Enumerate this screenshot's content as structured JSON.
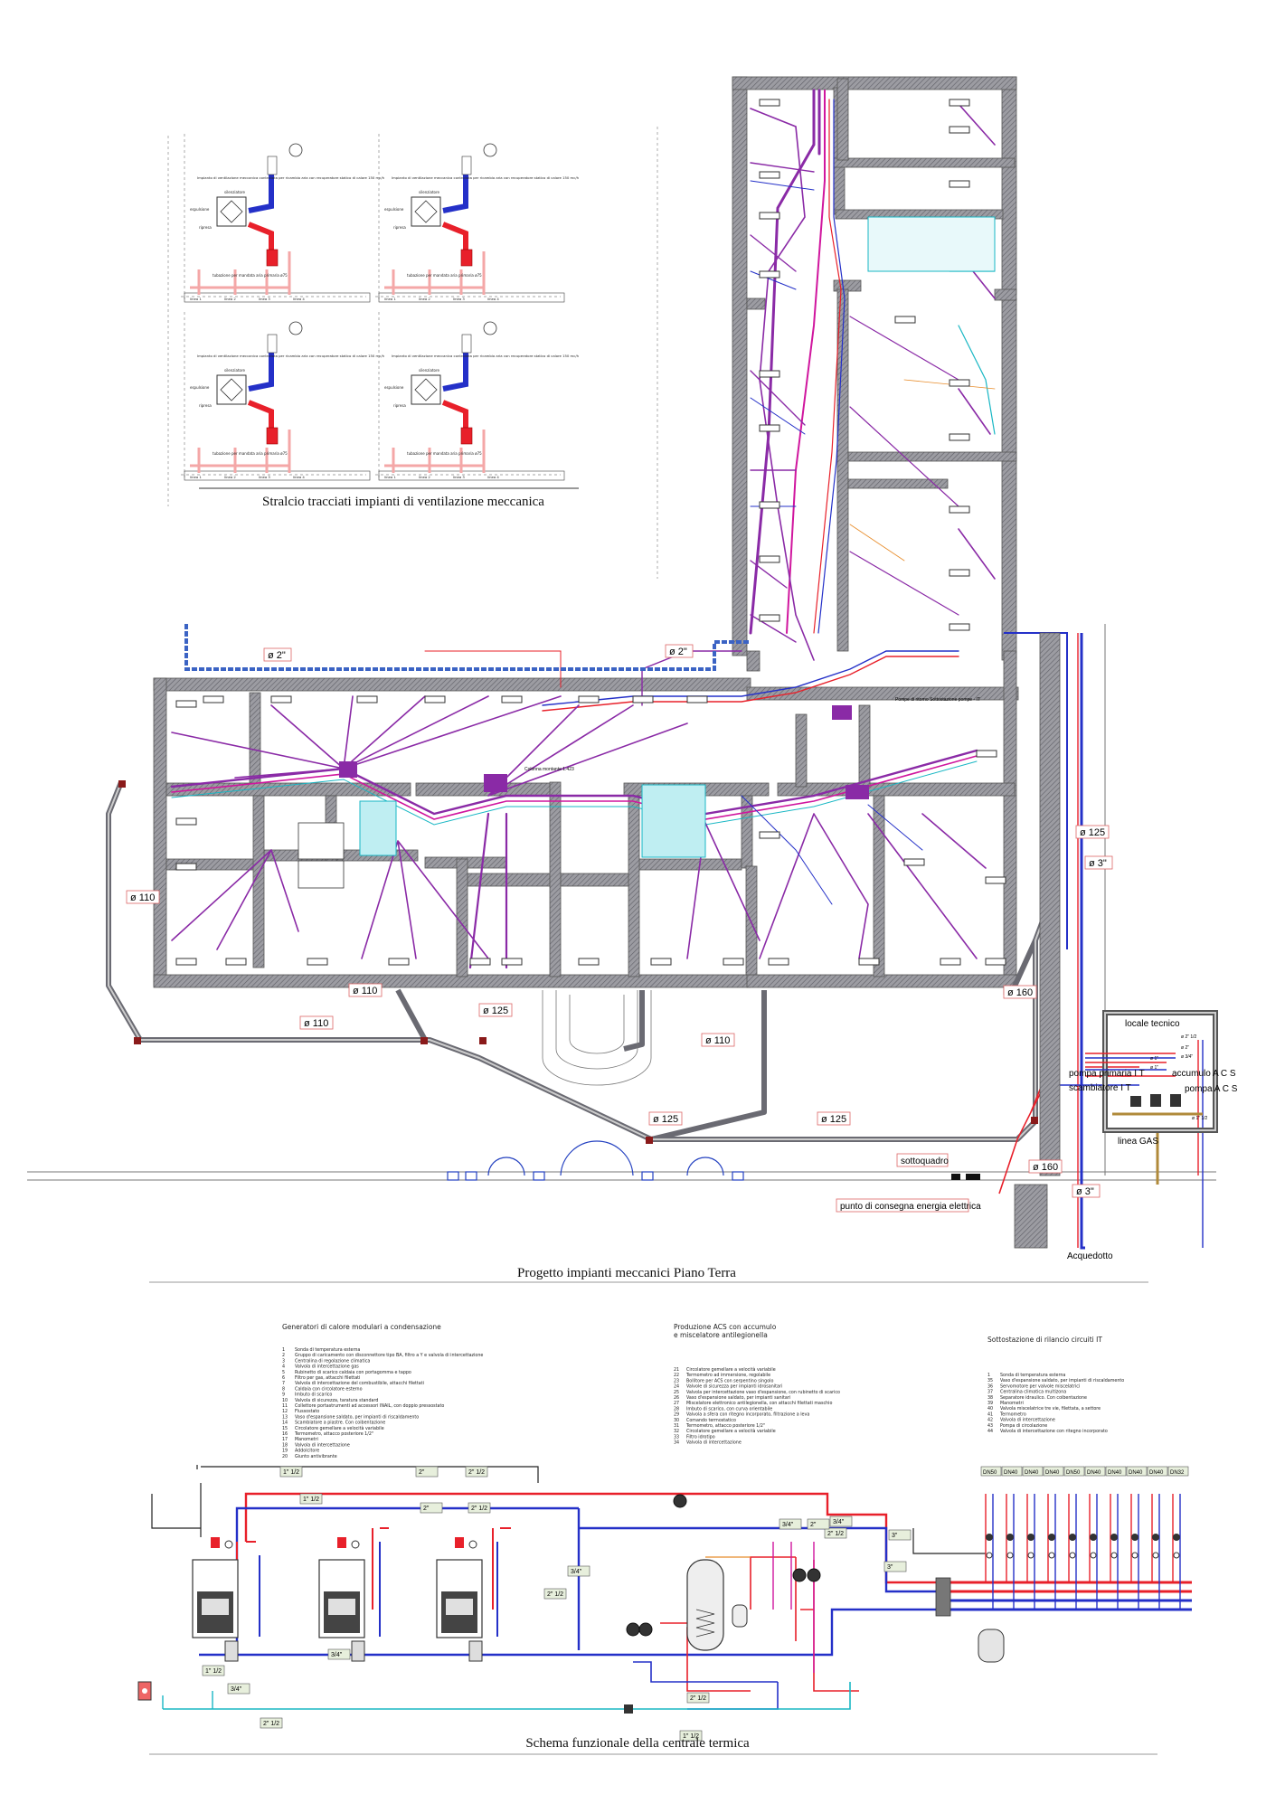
{
  "captions": {
    "vent": "Stralcio tracciati impianti di ventilazione meccanica",
    "plan": "Progetto impianti meccanici Piano Terra",
    "schema": "Schema funzionale della centrale termica"
  },
  "vent_labels": {
    "unit": "Impianto di ventilazione meccanica controllata per ricambio aria con recuperatore statico di calore 150 mc/h",
    "silencer": "silenziatore",
    "inlet": "espulsione",
    "return": "ripresa",
    "supply": "tubazione per mandata aria primaria ø75",
    "lines": [
      "linea 1",
      "linea 2",
      "linea 3",
      "linea 4"
    ]
  },
  "dia_labels": {
    "d2": "ø 2\"",
    "d110": "ø 110",
    "d125": "ø 125",
    "d160": "ø 160",
    "d3": "ø 3\""
  },
  "tech_room": {
    "title": "locale tecnico",
    "pump_primary": "pompa primaria I T",
    "exchanger": "scambiatore I T",
    "storage": "accumulo A C S",
    "pump_acs": "pompa A C S",
    "gas": "linea GAS",
    "pipes": [
      "ø 2\" 1/2",
      "ø 2\"",
      "ø 3/4\"",
      "ø 1\"",
      "ø 1\"",
      "ø 1\" 1/2"
    ]
  },
  "plan_labels": {
    "sottoquadro": "sottoquadro",
    "delivery": "punto di consegna energia elettrica",
    "acquedotto": "Acquedotto",
    "column": "Colonna montante 1.423",
    "pumps": "Pompe di ritorno Sottostazione pompe - IT"
  },
  "legend": {
    "gen_title": "Generatori di calore modulari a condensazione",
    "gen_items": [
      [
        "1",
        "Sonda di temperatura esterna"
      ],
      [
        "2",
        "Gruppo di caricamento con disconnettore tipo BA, filtro a Y e valvola di intercettazione"
      ],
      [
        "3",
        "Centralina di regolazione climatica"
      ],
      [
        "4",
        "Valvola di intercettazione gas"
      ],
      [
        "5",
        "Rubinetto di scarico caldaia con portagomma e tappo"
      ],
      [
        "6",
        "Filtro per gas, attacchi filettati"
      ],
      [
        "7",
        "Valvola di intercettazione del combustibile, attacchi filettati"
      ],
      [
        "8",
        "Caldaia con circolatore esterno"
      ],
      [
        "9",
        "Imbuto di scarico"
      ],
      [
        "10",
        "Valvola di sicurezza, taratura standard"
      ],
      [
        "11",
        "Collettore portastrumenti ad accessori INAIL, con doppio pressostato"
      ],
      [
        "12",
        "Flussostato"
      ],
      [
        "13",
        "Vaso d'espansione saldato, per impianti di riscaldamento"
      ],
      [
        "14",
        "Scambiatore a piastre. Con coibentazione"
      ],
      [
        "15",
        "Circolatore gemellare a velocità variabile"
      ],
      [
        "16",
        "Termometro, attacco posteriore 1/2\""
      ],
      [
        "17",
        "Manometri"
      ],
      [
        "18",
        "Valvola di intercettazione"
      ],
      [
        "19",
        "Addolcitore"
      ],
      [
        "20",
        "Giunto antivibrante"
      ]
    ],
    "acs_title": "Produzione ACS con accumulo\ne miscelatore antilegionella",
    "acs_items": [
      [
        "21",
        "Circolatore gemellare a velocità variabile"
      ],
      [
        "22",
        "Termometro ad immersione, regolabile"
      ],
      [
        "23",
        "Bollitore per ACS con serpentino singolo"
      ],
      [
        "24",
        "Valvole di sicurezza per impianti idrosanitari"
      ],
      [
        "25",
        "Valvola per intercettazione vaso d'espansione, con rubinetto di scarico"
      ],
      [
        "26",
        "Vaso d'espansione saldato, per impianti sanitari"
      ],
      [
        "27",
        "Miscelatore elettronico antilegionella, con attacchi filettati maschio"
      ],
      [
        "28",
        "Imbuto di scarico, con curva orientabile"
      ],
      [
        "29",
        "Valvola a sfera con ritegno incorporato, filtrazione a leva"
      ],
      [
        "30",
        "Comando termostatico"
      ],
      [
        "31",
        "Termometro, attacco posteriore 1/2\""
      ],
      [
        "32",
        "Circolatore gemellare a velocità variabile"
      ],
      [
        "33",
        "Filtro idrotipo"
      ],
      [
        "34",
        "Valvola di intercettazione"
      ]
    ],
    "sub_title": "Sottostazione di rilancio circuiti IT",
    "sub_items": [
      [
        "1",
        "Sonda di temperatura esterna"
      ],
      [
        "35",
        "Vaso d'espansione saldato, per impianti di riscaldamento"
      ],
      [
        "36",
        "Servomotore per valvole miscelatrici"
      ],
      [
        "37",
        "Centralina climatica multizona"
      ],
      [
        "38",
        "Separatore idraulico. Con coibentazione"
      ],
      [
        "39",
        "Manometri"
      ],
      [
        "40",
        "Valvola miscelatrice tre vie, filettata, a settore"
      ],
      [
        "41",
        "Termometro"
      ],
      [
        "42",
        "Valvola di intercettazione"
      ],
      [
        "43",
        "Pompa di circolazione"
      ],
      [
        "44",
        "Valvola di intercettazione con ritegno incorporato"
      ]
    ]
  },
  "schema_labels": {
    "pipes": [
      "1\" 1/2",
      "2\"",
      "2\" 1/2",
      "1\" 1/2",
      "2\"",
      "2\" 1/2",
      "3/4\"",
      "3/4\"",
      "1\" 1/2",
      "3/4\"",
      "2\" 1/2",
      "2\" 1/2",
      "3\"",
      "3\"",
      "3/4\"",
      "2\" 1/2",
      "3/4\"",
      "2\"",
      "2\" 1/2",
      "1\" 1/2"
    ],
    "dn": [
      "DN50",
      "DN40",
      "DN40",
      "DN40",
      "DN50",
      "DN40",
      "DN40",
      "DN40",
      "DN40",
      "DN32"
    ]
  },
  "colors": {
    "wall": "#9c9ca2",
    "hot": "#e8202a",
    "cold": "#2430c8",
    "purple": "#8a2aa6",
    "magenta": "#d0169e",
    "cyan": "#19b7c4",
    "gas": "#b08a3a",
    "label_green": "#e7efdc"
  }
}
